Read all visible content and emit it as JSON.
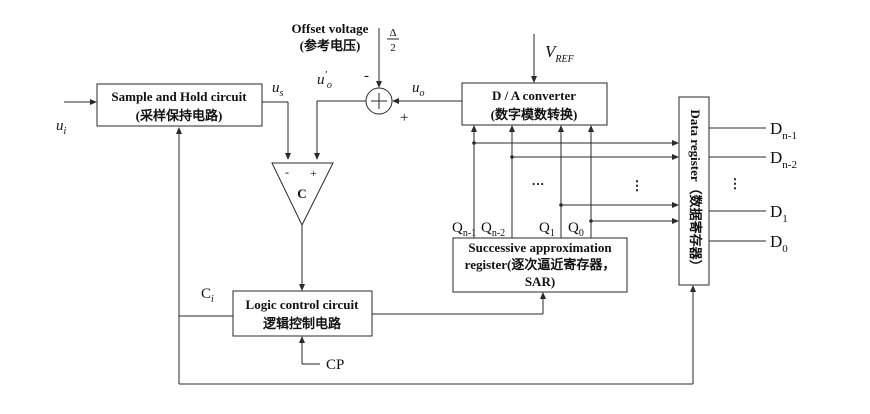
{
  "blocks": {
    "sample_hold": {
      "title": "Sample and Hold circuit",
      "subtitle": "(采样保持电路)"
    },
    "dac": {
      "title": "D / A converter",
      "subtitle": "(数字模数转换)"
    },
    "comparator": {
      "label": "C",
      "minus": "-",
      "plus": "+"
    },
    "logic": {
      "title": "Logic control circuit",
      "subtitle": "逻辑控制电路"
    },
    "sar": {
      "line1": "Successive approximation",
      "line2": "register(逐次逼近寄存器，",
      "line3": "SAR)"
    },
    "data_register": {
      "label": "Data register（数据寄存器）"
    }
  },
  "offset": {
    "title": "Offset voltage",
    "subtitle": "(参考电压)",
    "frac_num": "Δ",
    "frac_den": "2"
  },
  "summer": {
    "minus": "-",
    "plus": "+"
  },
  "signals": {
    "ui": "u",
    "ui_sub": "i",
    "us": "u",
    "us_sub": "s",
    "uo_prime": "u",
    "uo_prime_mark": "′",
    "uo_prime_sub": "o",
    "uo": "u",
    "uo_sub": "o",
    "vref": "V",
    "vref_sub": "REF",
    "ci": "C",
    "ci_sub": "i",
    "cp": "CP"
  },
  "q_labels": [
    {
      "main": "Q",
      "sub": "n-1"
    },
    {
      "main": "Q",
      "sub": "n-2"
    },
    {
      "main": "Q",
      "sub": "1"
    },
    {
      "main": "Q",
      "sub": "0"
    }
  ],
  "d_outputs": [
    {
      "main": "D",
      "sub": "n-1"
    },
    {
      "main": "D",
      "sub": "n-2"
    },
    {
      "main": "D",
      "sub": "1"
    },
    {
      "main": "D",
      "sub": "0"
    }
  ],
  "ellipses": {
    "h": "···",
    "v": "⋮"
  }
}
